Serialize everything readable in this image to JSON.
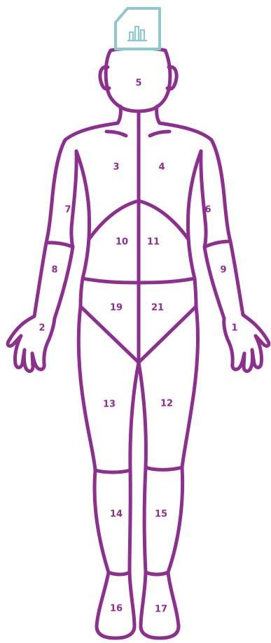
{
  "colors": {
    "outline": "#8c2f8f",
    "badge": "#8ec9cf"
  },
  "badge": {
    "icon": "bar-chart-document-icon"
  },
  "regions": [
    {
      "id": "5",
      "label": "5"
    },
    {
      "id": "3",
      "label": "3"
    },
    {
      "id": "4",
      "label": "4"
    },
    {
      "id": "7",
      "label": "7"
    },
    {
      "id": "6",
      "label": "6"
    },
    {
      "id": "10",
      "label": "10"
    },
    {
      "id": "11",
      "label": "11"
    },
    {
      "id": "8",
      "label": "8"
    },
    {
      "id": "9",
      "label": "9"
    },
    {
      "id": "19",
      "label": "19"
    },
    {
      "id": "21",
      "label": "21"
    },
    {
      "id": "2",
      "label": "2"
    },
    {
      "id": "1",
      "label": "1"
    },
    {
      "id": "13",
      "label": "13"
    },
    {
      "id": "12",
      "label": "12"
    },
    {
      "id": "14",
      "label": "14"
    },
    {
      "id": "15",
      "label": "15"
    },
    {
      "id": "16",
      "label": "16"
    },
    {
      "id": "17",
      "label": "17"
    }
  ]
}
